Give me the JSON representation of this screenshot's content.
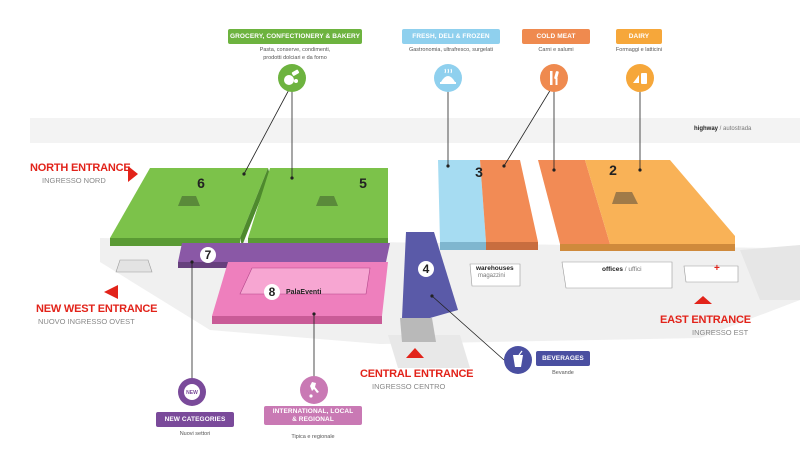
{
  "categories": {
    "grocery": {
      "label": "GROCERY, CONFECTIONERY & BAKERY",
      "sub_line1": "Pasta, conserve, condimenti,",
      "sub_line2": "prodotti dolciari e da forno",
      "color": "#6db33f",
      "icon": "grocery-icon"
    },
    "fresh": {
      "label": "FRESH, DELI & FROZEN",
      "sub": "Gastronomia, ultrafresco, surgelati",
      "color": "#8fd0ee",
      "icon": "cloche-icon"
    },
    "cold_meat": {
      "label": "COLD MEAT",
      "sub": "Carni e salumi",
      "color": "#ef8a4f",
      "icon": "knife-fork-icon"
    },
    "dairy": {
      "label": "DAIRY",
      "sub": "Formaggi e latticini",
      "color": "#f6a73a",
      "icon": "milk-cheese-icon"
    },
    "beverages": {
      "label": "BEVERAGES",
      "sub": "Bevande",
      "color": "#4a4fa1",
      "icon": "drink-icon"
    },
    "new_categories": {
      "label": "NEW CATEGORIES",
      "sub": "Nuovi settori",
      "color": "#7a4a9a",
      "icon": "new-badge-icon"
    },
    "international": {
      "label_line1": "INTERNATIONAL, LOCAL",
      "label_line2": "& REGIONAL",
      "sub": "Tipica e regionale",
      "color": "#c979b4",
      "icon": "italy-map-icon"
    }
  },
  "entrances": {
    "north": {
      "label": "NORTH ENTRANCE",
      "sub": "INGRESSO NORD"
    },
    "new_west": {
      "label": "NEW WEST ENTRANCE",
      "sub": "NUOVO INGRESSO OVEST"
    },
    "central": {
      "label": "CENTRAL ENTRANCE",
      "sub": "INGRESSO CENTRO"
    },
    "east": {
      "label": "EAST ENTRANCE",
      "sub": "INGRESSO EST"
    }
  },
  "halls": {
    "h2": "2",
    "h3": "3",
    "h4": "4",
    "h5": "5",
    "h6": "6",
    "h7": "7",
    "h8": "8",
    "h8_name": "PalaEventi"
  },
  "highway": {
    "label": "highway",
    "sub": "autostrada"
  },
  "buildings": {
    "warehouses": {
      "label": "warehouses",
      "sub": "magazzini"
    },
    "offices": {
      "label": "offices",
      "sub": "uffici"
    }
  }
}
